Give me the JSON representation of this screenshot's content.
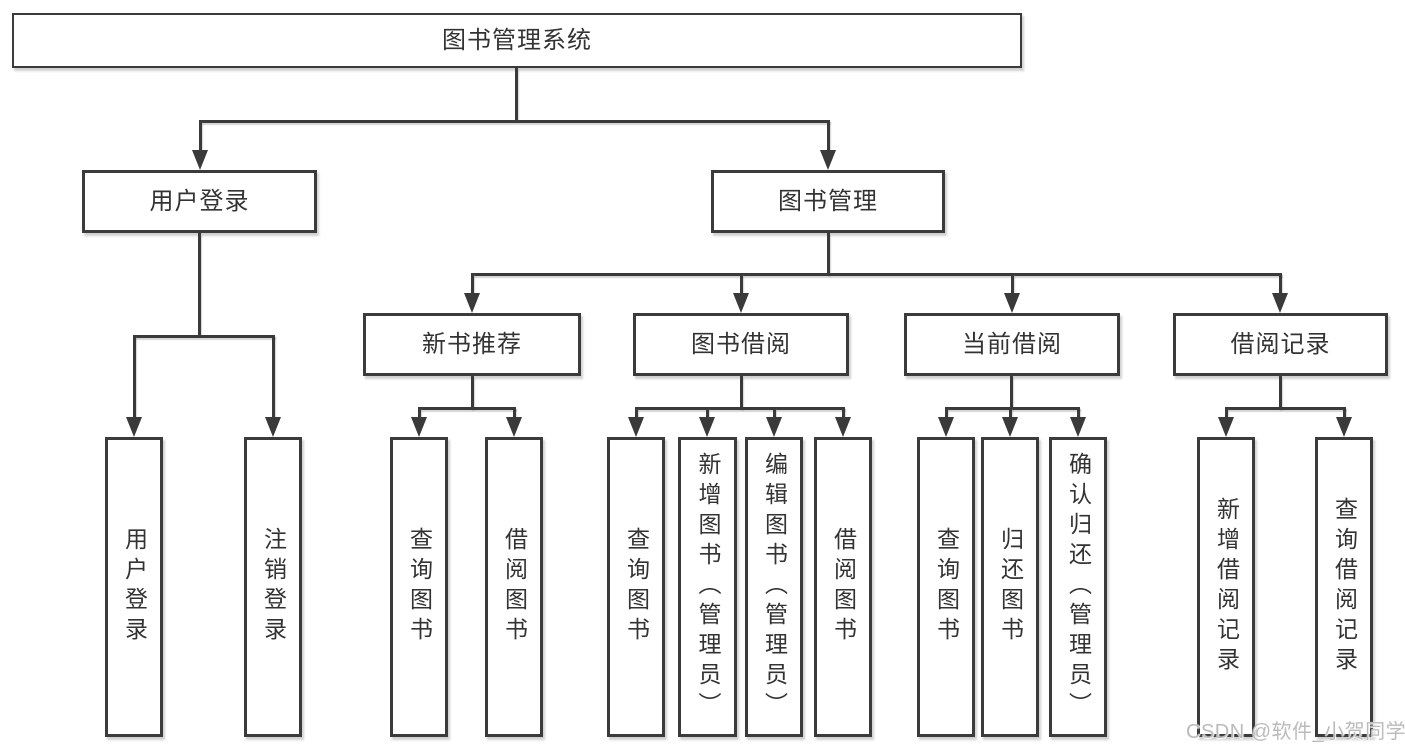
{
  "diagram_title": "图书管理系统",
  "watermark": "CSDN @软件_小贺同学",
  "colors": {
    "line": "#3a3a3a",
    "text": "#333333",
    "background": "#ffffff",
    "watermark": "#b7b7b7"
  },
  "tree": {
    "label": "图书管理系统",
    "children": [
      {
        "label": "用户登录",
        "children": [
          {
            "label": "用户登录"
          },
          {
            "label": "注销登录"
          }
        ]
      },
      {
        "label": "图书管理",
        "children": [
          {
            "label": "新书推荐",
            "children": [
              {
                "label": "查询图书"
              },
              {
                "label": "借阅图书"
              }
            ]
          },
          {
            "label": "图书借阅",
            "children": [
              {
                "label": "查询图书"
              },
              {
                "label": "新增图书（管理员）"
              },
              {
                "label": "编辑图书（管理员）"
              },
              {
                "label": "借阅图书"
              }
            ]
          },
          {
            "label": "当前借阅",
            "children": [
              {
                "label": "查询图书"
              },
              {
                "label": "归还图书"
              },
              {
                "label": "确认归还（管理员）"
              }
            ]
          },
          {
            "label": "借阅记录",
            "children": [
              {
                "label": "新增借阅记录"
              },
              {
                "label": "查询借阅记录"
              }
            ]
          }
        ]
      }
    ]
  }
}
